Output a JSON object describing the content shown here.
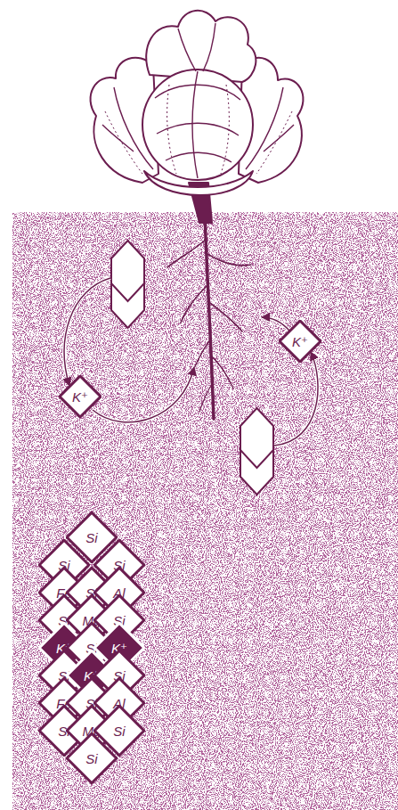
{
  "diagram": {
    "nodes": [
      {
        "text": [
          "K⁺"
        ]
      },
      {
        "text": [
          "K⁺"
        ]
      },
      {
        "text": [
          "Si"
        ]
      },
      {
        "text": [
          "Si"
        ]
      },
      {
        "text": [
          "Si"
        ]
      },
      {
        "text": [
          "Fe"
        ]
      },
      {
        "text": [
          "Si"
        ]
      },
      {
        "text": [
          "Al"
        ]
      },
      {
        "text": [
          "Si"
        ]
      },
      {
        "text": [
          "Mg"
        ]
      },
      {
        "text": [
          "Si"
        ]
      },
      {
        "text": [
          "K⁺"
        ]
      },
      {
        "text": [
          "Si"
        ]
      },
      {
        "text": [
          "K⁺"
        ]
      },
      {
        "text": [
          "Si"
        ]
      },
      {
        "text": [
          "K⁺"
        ]
      },
      {
        "text": [
          "Si"
        ]
      },
      {
        "text": [
          "Fe"
        ]
      },
      {
        "text": [
          "Si"
        ]
      },
      {
        "text": [
          "Al"
        ]
      },
      {
        "text": [
          "Si"
        ]
      },
      {
        "text": [
          "Mg"
        ]
      },
      {
        "text": [
          "Si"
        ]
      },
      {
        "text": [
          "Si"
        ]
      }
    ]
  }
}
